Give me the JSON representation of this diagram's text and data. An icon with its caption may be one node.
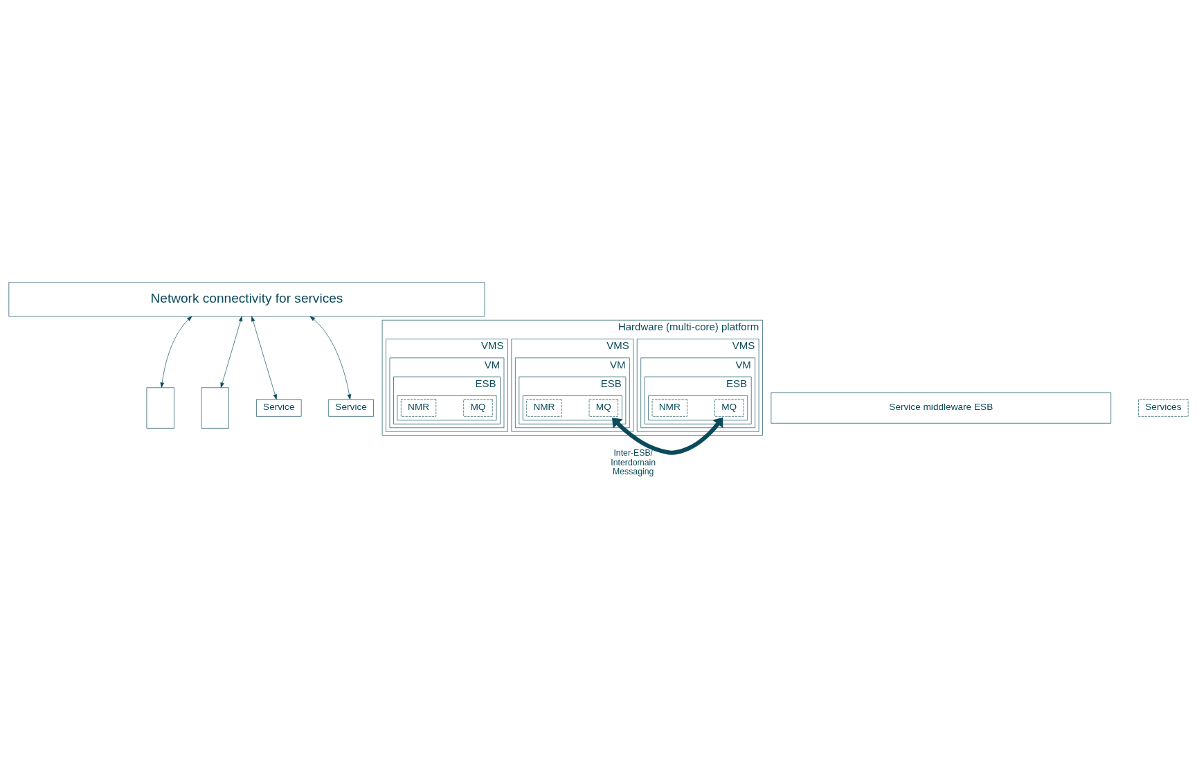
{
  "diagram": {
    "nodes": [
      {
        "text": [
          "Network connectivity for services"
        ]
      },
      {
        "text": [
          "Hardware (multi-core) platform"
        ]
      },
      {
        "text": [
          "Service middleware ESB"
        ]
      },
      {
        "text": [
          "VMS"
        ],
        "in": 1
      },
      {
        "text": [
          "VM"
        ],
        "in": 3
      },
      {
        "text": [
          "ESB"
        ],
        "in": 4
      },
      {
        "text": [],
        "shape": "box"
      },
      {
        "text": [],
        "shape": "box"
      },
      {
        "text": [
          "Services"
        ]
      },
      {
        "text": [],
        "shape": "box",
        "in": 5
      },
      {
        "text": [
          "MQ"
        ],
        "in": 9
      },
      {
        "text": [
          "NMR"
        ],
        "in": 9
      },
      {
        "text": [
          "VMS"
        ],
        "in": 1
      },
      {
        "text": [
          "VM"
        ],
        "in": 12
      },
      {
        "text": [
          "ESB"
        ],
        "in": 13
      },
      {
        "text": [
          "Service"
        ]
      },
      {
        "text": [],
        "shape": "box",
        "in": 14
      },
      {
        "text": [
          "MQ"
        ],
        "in": 16
      },
      {
        "text": [
          "NMR"
        ],
        "in": 16
      },
      {
        "text": [
          "VMS"
        ],
        "in": 1
      },
      {
        "text": [
          "VM"
        ],
        "in": 19
      },
      {
        "text": [
          "ESB"
        ],
        "in": 20
      },
      {
        "text": [
          "Service"
        ]
      },
      {
        "text": [],
        "shape": "box",
        "in": 21
      },
      {
        "text": [
          "MQ"
        ],
        "in": 23
      },
      {
        "text": [
          "NMR"
        ],
        "in": 23
      }
    ],
    "edges": [
      {
        "from": 6,
        "to": 0,
        "arrow": "both"
      },
      {
        "from": 7,
        "to": 0,
        "arrow": "both"
      },
      {
        "from": 15,
        "to": 0,
        "arrow": "both"
      },
      {
        "from": 22,
        "to": 0,
        "arrow": "both"
      },
      {
        "from": 9,
        "to": 16,
        "arrow": "both",
        "label": "Inter-ESB/ Interdomain Messaging",
        "style": "thick"
      }
    ]
  }
}
